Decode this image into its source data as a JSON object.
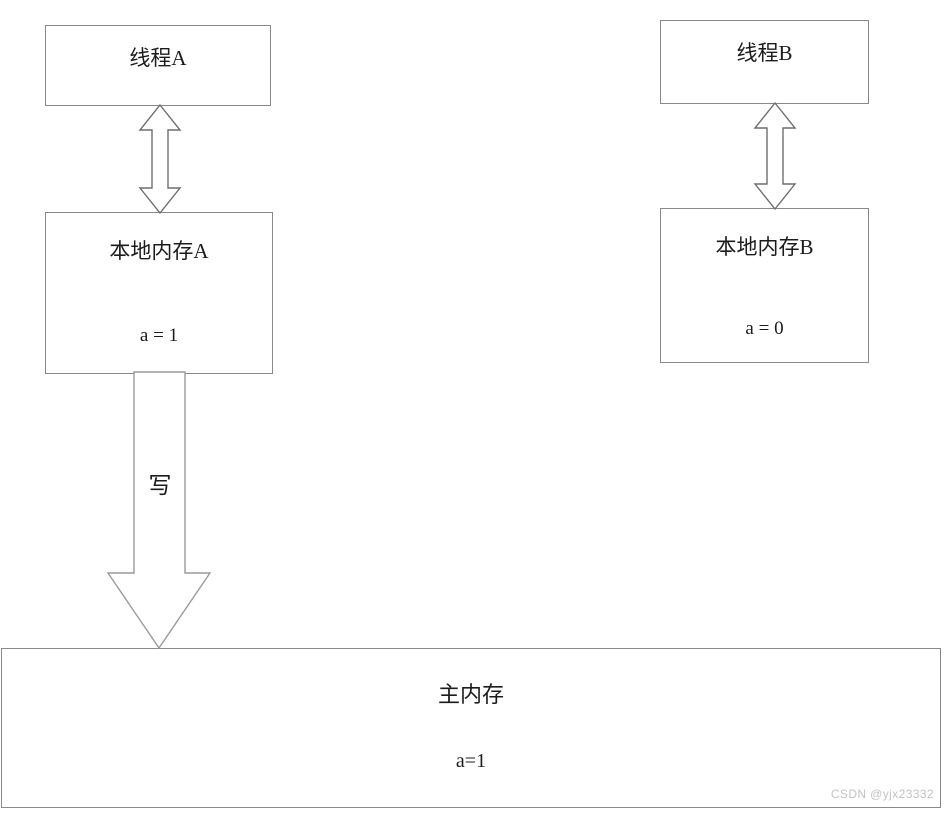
{
  "diagram": {
    "title_note": "Java Memory Model: thread local memory and main memory",
    "boxes": {
      "thread_a": {
        "title": "线程A"
      },
      "thread_b": {
        "title": "线程B"
      },
      "local_memory_a": {
        "title": "本地内存A",
        "value": "a = 1"
      },
      "local_memory_b": {
        "title": "本地内存B",
        "value": "a = 0"
      },
      "main_memory": {
        "title": "主内存",
        "value": "a=1"
      }
    },
    "arrows": {
      "thread_a_link": {
        "name": "double-headed-arrow",
        "direction": "bidirectional"
      },
      "thread_b_link": {
        "name": "double-headed-arrow",
        "direction": "bidirectional"
      },
      "write_arrow": {
        "name": "block-arrow-down",
        "direction": "down",
        "label": "写"
      }
    },
    "watermark": "CSDN @yjx23332",
    "colors": {
      "box_border": "#8a8a8a",
      "arrow_stroke": "#6e6e6e",
      "big_arrow_stroke": "#9a9a9a",
      "text": "#1c1c1c",
      "watermark": "#c3c3c3",
      "background": "#ffffff"
    }
  }
}
